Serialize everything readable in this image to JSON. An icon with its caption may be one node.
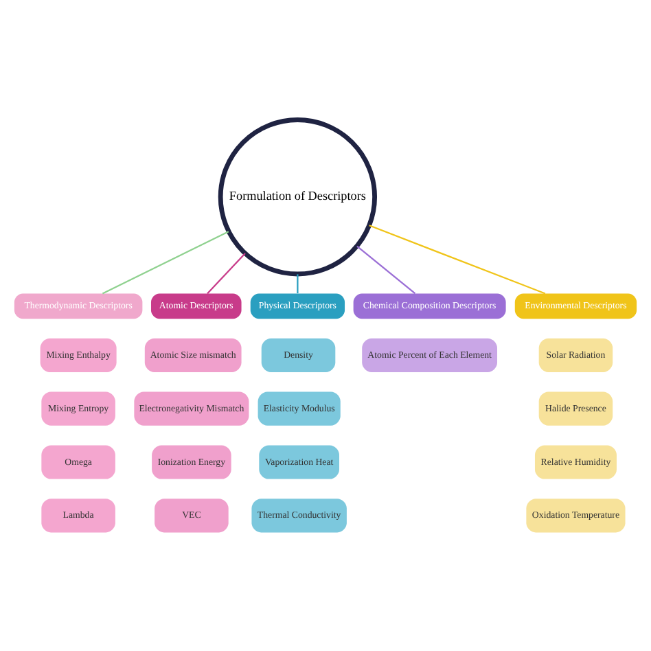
{
  "diagram": {
    "nodes": [
      {
        "text": [
          "Formulation of Descriptors"
        ]
      },
      {
        "text": [
          "Thermodynamic Descriptors"
        ]
      },
      {
        "text": [
          "Atomic Descriptors"
        ]
      },
      {
        "text": [
          "Physical Descriptors"
        ]
      },
      {
        "text": [
          "Chemical Composition Descriptors"
        ]
      },
      {
        "text": [
          "Environmental Descriptors"
        ]
      },
      {
        "text": [
          "Mixing Enthalpy"
        ]
      },
      {
        "text": [
          "Atomic Size mismatch"
        ]
      },
      {
        "text": [
          "Density"
        ]
      },
      {
        "text": [
          "Atomic Percent of Each Element"
        ]
      },
      {
        "text": [
          "Solar Radiation"
        ]
      },
      {
        "text": [
          "Mixing Entropy"
        ]
      },
      {
        "text": [
          "Electronegativity Mismatch"
        ]
      },
      {
        "text": [
          "Elasticity Modulus"
        ]
      },
      {
        "text": [
          "Halide Presence"
        ]
      },
      {
        "text": [
          "Omega"
        ]
      },
      {
        "text": [
          "Ionization Energy"
        ]
      },
      {
        "text": [
          "Vaporization Heat"
        ]
      },
      {
        "text": [
          "Relative Humidity"
        ]
      },
      {
        "text": [
          "Lambda"
        ]
      },
      {
        "text": [
          "VEC"
        ]
      },
      {
        "text": [
          "Thermal Conductivity"
        ]
      },
      {
        "text": [
          "Oxidation Temperature"
        ]
      }
    ],
    "edges": [
      {
        "from": 0,
        "to": 1,
        "arrow": "none",
        "color": "#8fd18f"
      },
      {
        "from": 0,
        "to": 2,
        "arrow": "none",
        "color": "#c83b8a"
      },
      {
        "from": 0,
        "to": 3,
        "arrow": "none",
        "color": "#2a9fc0"
      },
      {
        "from": 0,
        "to": 4,
        "arrow": "none",
        "color": "#9b6fd6"
      },
      {
        "from": 0,
        "to": 5,
        "arrow": "none",
        "color": "#f0c419"
      }
    ]
  }
}
